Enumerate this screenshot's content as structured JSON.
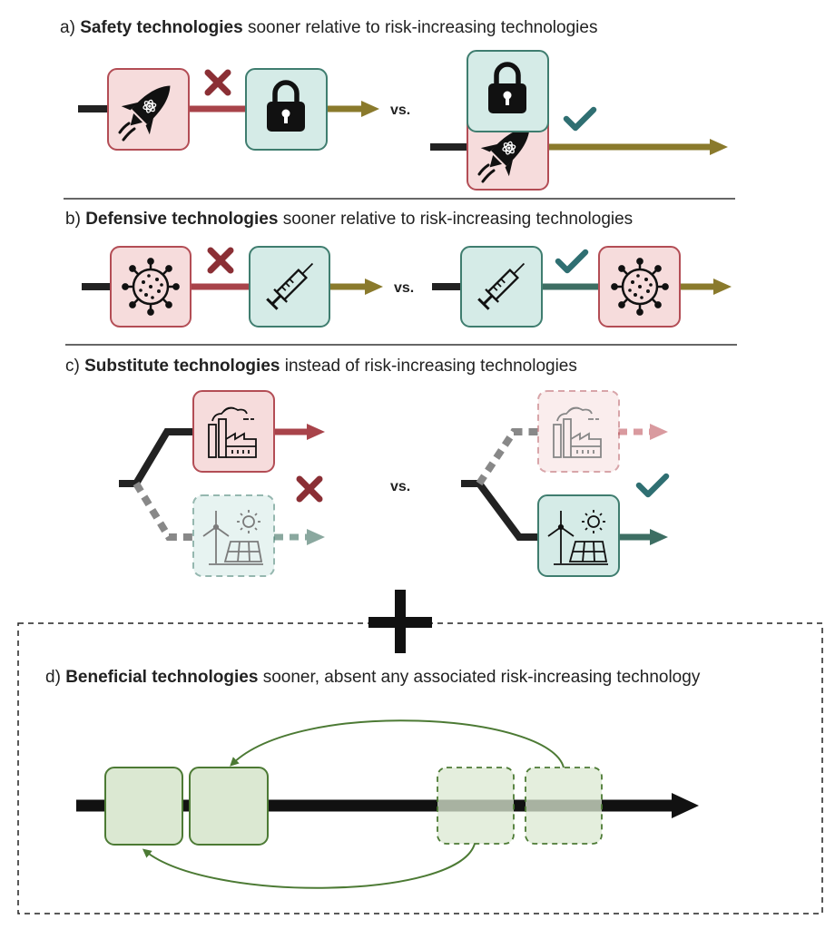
{
  "sections": {
    "a": {
      "letter": "a)",
      "bold": "Safety technologies",
      "rest": "sooner relative to risk-increasing technologies"
    },
    "b": {
      "letter": "b)",
      "bold": "Defensive technologies",
      "rest": "sooner relative to risk-increasing technologies"
    },
    "c": {
      "letter": "c)",
      "bold": "Substitute technologies",
      "rest": "instead of risk-increasing technologies"
    },
    "d": {
      "letter": "d)",
      "bold": "Beneficial technologies",
      "rest": "sooner, absent any associated risk-increasing technology"
    }
  },
  "vs_label": "vs.",
  "icons": [
    "rocket-icon",
    "lock-icon",
    "virus-icon",
    "syringe-icon",
    "factory-icon",
    "solar-wind-icon",
    "check-icon",
    "cross-icon",
    "plus-icon"
  ],
  "colors": {
    "risk_fill": "#f6dcdc",
    "risk_stroke": "#b34d55",
    "safe_fill": "#d5ebe7",
    "safe_stroke": "#3f7d6f",
    "benefit_fill": "#dbe8d2",
    "benefit_stroke": "#4c7a34",
    "red_line": "#a8434a",
    "olive_line": "#8a7a2c",
    "teal_line": "#3d6e63",
    "cross": "#8b2f35",
    "check": "#2f6f72"
  }
}
